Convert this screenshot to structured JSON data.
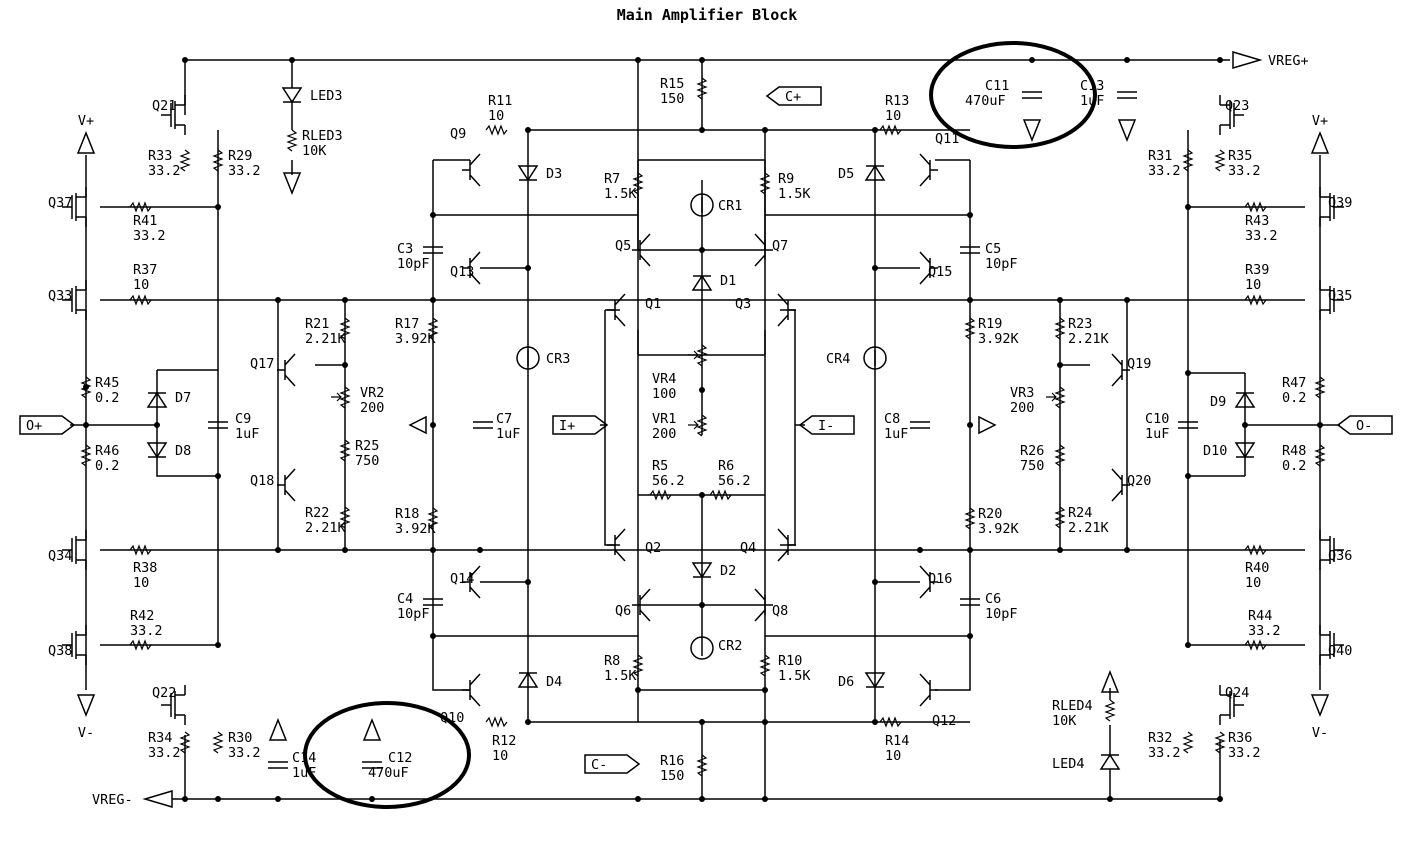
{
  "title": "Main Amplifier Block",
  "rails": {
    "vreg_plus": "VREG+",
    "vreg_minus": "VREG-",
    "v_plus": "V+",
    "v_minus": "V-"
  },
  "ports": {
    "o_plus": "O+",
    "o_minus": "O-",
    "i_plus": "I+",
    "i_minus": "I-",
    "c_plus": "C+",
    "c_minus": "C-"
  },
  "transistors": [
    "Q1",
    "Q2",
    "Q3",
    "Q4",
    "Q5",
    "Q6",
    "Q7",
    "Q8",
    "Q9",
    "Q10",
    "Q11",
    "Q12",
    "Q13",
    "Q14",
    "Q15",
    "Q16",
    "Q17",
    "Q18",
    "Q19",
    "Q20",
    "Q21",
    "Q22",
    "Q23",
    "Q24",
    "Q33",
    "Q34",
    "Q35",
    "Q36",
    "Q37",
    "Q38",
    "Q39",
    "Q40"
  ],
  "resistors": {
    "R5": [
      "R5",
      "56.2"
    ],
    "R6": [
      "R6",
      "56.2"
    ],
    "R7": [
      "R7",
      "1.5K"
    ],
    "R8": [
      "R8",
      "1.5K"
    ],
    "R9": [
      "R9",
      "1.5K"
    ],
    "R10": [
      "R10",
      "1.5K"
    ],
    "R11": [
      "R11",
      "10"
    ],
    "R12": [
      "R12",
      "10"
    ],
    "R13": [
      "R13",
      "10"
    ],
    "R14": [
      "R14",
      "10"
    ],
    "R15": [
      "R15",
      "150"
    ],
    "R16": [
      "R16",
      "150"
    ],
    "R17": [
      "R17",
      "3.92K"
    ],
    "R18": [
      "R18",
      "3.92K"
    ],
    "R19": [
      "R19",
      "3.92K"
    ],
    "R20": [
      "R20",
      "3.92K"
    ],
    "R21": [
      "R21",
      "2.21K"
    ],
    "R22": [
      "R22",
      "2.21K"
    ],
    "R23": [
      "R23",
      "2.21K"
    ],
    "R24": [
      "R24",
      "2.21K"
    ],
    "R25": [
      "R25",
      "750"
    ],
    "R26": [
      "R26",
      "750"
    ],
    "R29": [
      "R29",
      "33.2"
    ],
    "R30": [
      "R30",
      "33.2"
    ],
    "R31": [
      "R31",
      "33.2"
    ],
    "R32": [
      "R32",
      "33.2"
    ],
    "R33": [
      "R33",
      "33.2"
    ],
    "R34": [
      "R34",
      "33.2"
    ],
    "R35": [
      "R35",
      "33.2"
    ],
    "R36": [
      "R36",
      "33.2"
    ],
    "R37": [
      "R37",
      "10"
    ],
    "R38": [
      "R38",
      "10"
    ],
    "R39": [
      "R39",
      "10"
    ],
    "R40": [
      "R40",
      "10"
    ],
    "R41": [
      "R41",
      "33.2"
    ],
    "R42": [
      "R42",
      "33.2"
    ],
    "R43": [
      "R43",
      "33.2"
    ],
    "R44": [
      "R44",
      "33.2"
    ],
    "R45": [
      "R45",
      "0.2"
    ],
    "R46": [
      "R46",
      "0.2"
    ],
    "R47": [
      "R47",
      "0.2"
    ],
    "R48": [
      "R48",
      "0.2"
    ],
    "RLED3": [
      "RLED3",
      "10K"
    ],
    "RLED4": [
      "RLED4",
      "10K"
    ]
  },
  "capacitors": {
    "C3": [
      "C3",
      "10pF"
    ],
    "C4": [
      "C4",
      "10pF"
    ],
    "C5": [
      "C5",
      "10pF"
    ],
    "C6": [
      "C6",
      "10pF"
    ],
    "C7": [
      "C7",
      "1uF"
    ],
    "C8": [
      "C8",
      "1uF"
    ],
    "C9": [
      "C9",
      "1uF"
    ],
    "C10": [
      "C10",
      "1uF"
    ],
    "C11": [
      "C11",
      "470uF"
    ],
    "C12": [
      "C12",
      "470uF"
    ],
    "C13": [
      "C13",
      "1uF"
    ],
    "C14": [
      "C14",
      "1uF"
    ]
  },
  "pots": {
    "VR1": [
      "VR1",
      "200"
    ],
    "VR2": [
      "VR2",
      "200"
    ],
    "VR3": [
      "VR3",
      "200"
    ],
    "VR4": [
      "VR4",
      "100"
    ]
  },
  "diodes": [
    "D1",
    "D2",
    "D3",
    "D4",
    "D5",
    "D6",
    "D7",
    "D8",
    "D9",
    "D10"
  ],
  "current_sources": [
    "CR1",
    "CR2",
    "CR3",
    "CR4"
  ],
  "leds": [
    "LED3",
    "LED4"
  ]
}
